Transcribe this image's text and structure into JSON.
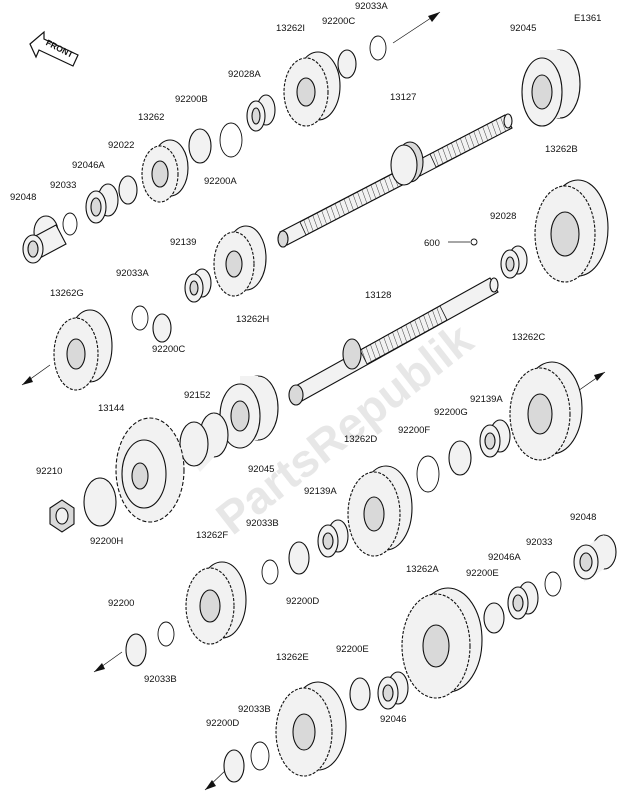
{
  "diagram": {
    "code": "E1361",
    "front_label": "FRONT",
    "watermark": "PartsRepublik",
    "option_code": "600",
    "parts": [
      {
        "id": "p92033a_top",
        "label": "92033A"
      },
      {
        "id": "p13262i",
        "label": "13262I"
      },
      {
        "id": "p92200c_top",
        "label": "92200C"
      },
      {
        "id": "p92045_top",
        "label": "92045"
      },
      {
        "id": "p92028a",
        "label": "92028A"
      },
      {
        "id": "p92200b",
        "label": "92200B"
      },
      {
        "id": "p13262",
        "label": "13262"
      },
      {
        "id": "p13127",
        "label": "13127"
      },
      {
        "id": "p92022",
        "label": "92022"
      },
      {
        "id": "p92046a_top",
        "label": "92046A"
      },
      {
        "id": "p92200a",
        "label": "92200A"
      },
      {
        "id": "p13262b",
        "label": "13262B"
      },
      {
        "id": "p92048_top",
        "label": "92048"
      },
      {
        "id": "p92033_top",
        "label": "92033"
      },
      {
        "id": "p92139",
        "label": "92139"
      },
      {
        "id": "p92028",
        "label": "92028"
      },
      {
        "id": "p92033a_mid",
        "label": "92033A"
      },
      {
        "id": "p13262h",
        "label": "13262H"
      },
      {
        "id": "p13262g",
        "label": "13262G"
      },
      {
        "id": "p13128",
        "label": "13128"
      },
      {
        "id": "p92200c_mid",
        "label": "92200C"
      },
      {
        "id": "p13262c",
        "label": "13262C"
      },
      {
        "id": "p92152",
        "label": "92152"
      },
      {
        "id": "p13144",
        "label": "13144"
      },
      {
        "id": "p92139a_r",
        "label": "92139A"
      },
      {
        "id": "p92200g",
        "label": "92200G"
      },
      {
        "id": "p92200f",
        "label": "92200F"
      },
      {
        "id": "p13262d",
        "label": "13262D"
      },
      {
        "id": "p92045_mid",
        "label": "92045"
      },
      {
        "id": "p92210",
        "label": "92210"
      },
      {
        "id": "p92139a_m",
        "label": "92139A"
      },
      {
        "id": "p92200h",
        "label": "92200H"
      },
      {
        "id": "p92048_bot",
        "label": "92048"
      },
      {
        "id": "p13262f",
        "label": "13262F"
      },
      {
        "id": "p92033b_m",
        "label": "92033B"
      },
      {
        "id": "p92033_bot",
        "label": "92033"
      },
      {
        "id": "p92046a_bot",
        "label": "92046A"
      },
      {
        "id": "p13262a",
        "label": "13262A"
      },
      {
        "id": "p92200e_r",
        "label": "92200E"
      },
      {
        "id": "p92200d_m",
        "label": "92200D"
      },
      {
        "id": "p92200",
        "label": "92200"
      },
      {
        "id": "p92033b_l",
        "label": "92033B"
      },
      {
        "id": "p13262e",
        "label": "13262E"
      },
      {
        "id": "p92200e_m",
        "label": "92200E"
      },
      {
        "id": "p92046",
        "label": "92046"
      },
      {
        "id": "p92033b_b",
        "label": "92033B"
      },
      {
        "id": "p92200d_b",
        "label": "92200D"
      }
    ]
  }
}
